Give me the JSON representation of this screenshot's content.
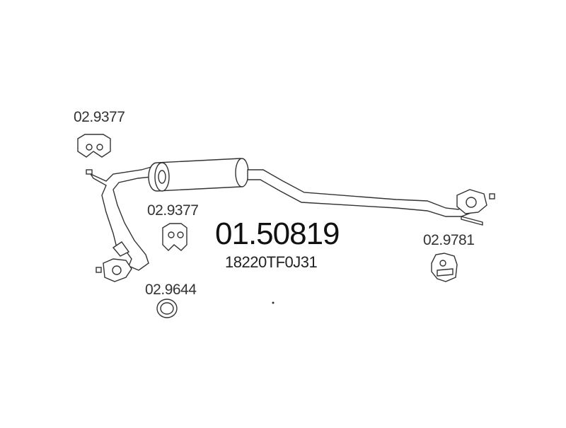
{
  "main_part_number": "01.50819",
  "oem_number": "18220TF0J31",
  "components": [
    {
      "id": "hanger-top-left",
      "label": "02.9377"
    },
    {
      "id": "hanger-mid",
      "label": "02.9377"
    },
    {
      "id": "gasket-ring",
      "label": "02.9644"
    },
    {
      "id": "hanger-right",
      "label": "02.9781"
    }
  ]
}
